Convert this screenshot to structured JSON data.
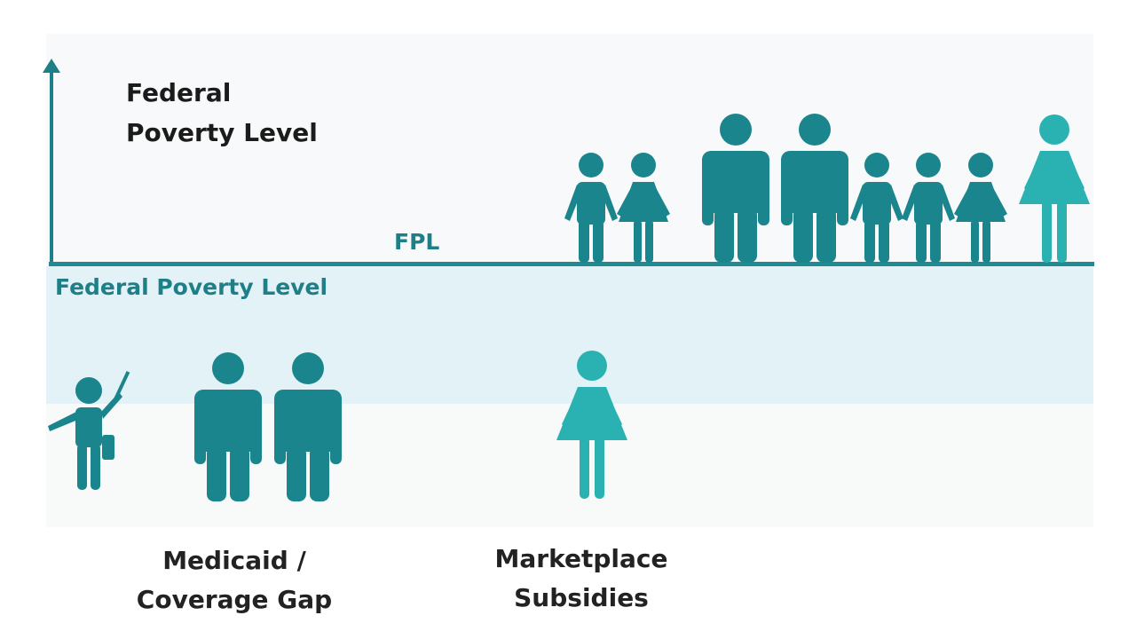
{
  "title": {
    "line1": "Federal",
    "line2": "Poverty Level"
  },
  "axis_label": "FPL",
  "band_label": "Federal Poverty Level",
  "categories": [
    {
      "line1": "Medicaid /",
      "line2": "Coverage Gap"
    },
    {
      "line1": "Marketplace",
      "line2": "Subsidies"
    }
  ],
  "colors": {
    "primary": "#1a858c",
    "light": "#2ab2b2",
    "band": "#e3f2f6",
    "axis": "#1f8a92"
  }
}
